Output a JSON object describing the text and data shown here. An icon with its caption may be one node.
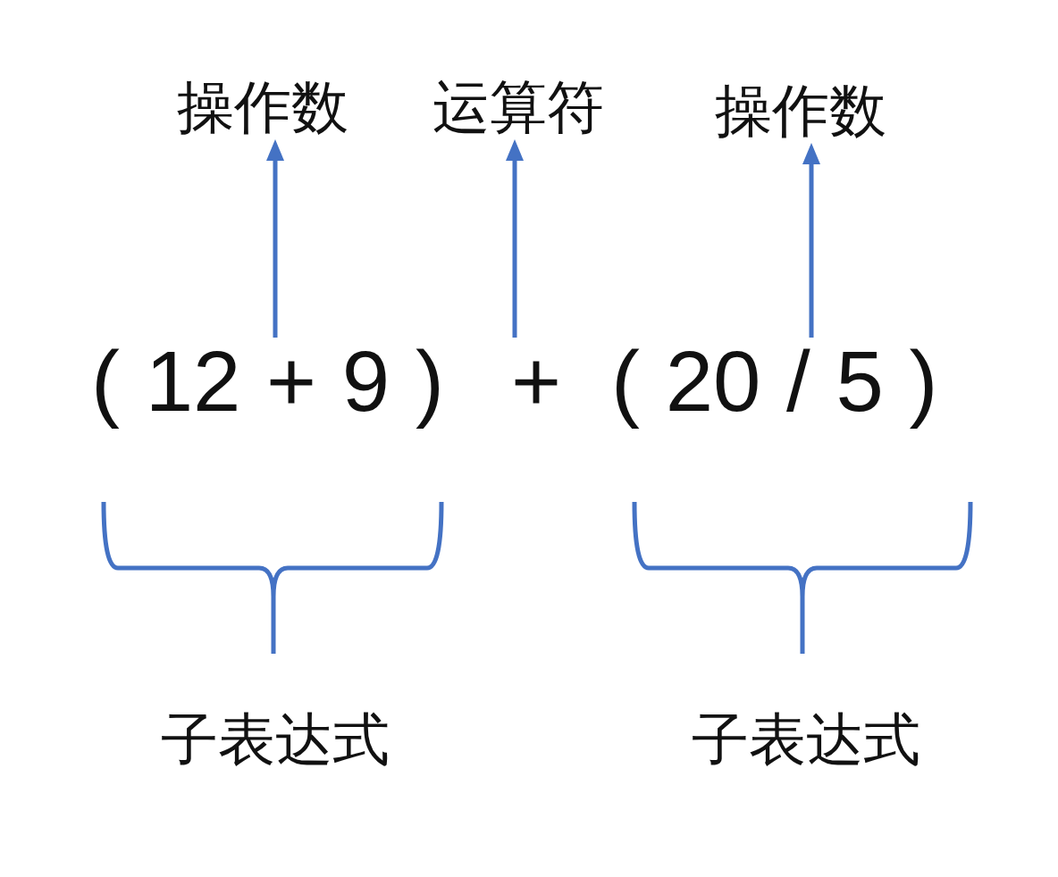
{
  "diagram": {
    "nodes": [
      {
        "text": [
          "操作数"
        ]
      },
      {
        "text": [
          "运算符"
        ]
      },
      {
        "text": [
          "操作数"
        ]
      },
      {
        "text": [
          "( 12 + 9 )"
        ]
      },
      {
        "text": [
          "+"
        ]
      },
      {
        "text": [
          "( 20 / 5 )"
        ]
      }
    ],
    "edges": [
      {
        "from": 3,
        "to": 0,
        "arrow": "to"
      },
      {
        "from": 4,
        "to": 1,
        "arrow": "to"
      },
      {
        "from": 5,
        "to": 2,
        "arrow": "to"
      }
    ],
    "labels": [
      "子表达式",
      "子表达式"
    ]
  }
}
